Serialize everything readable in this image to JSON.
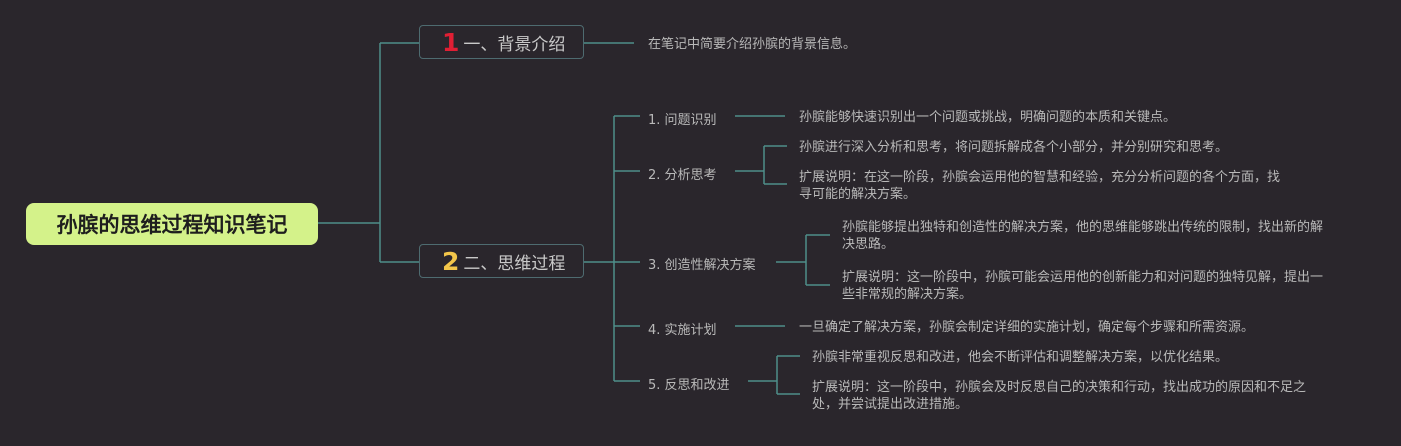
{
  "root": {
    "title": "孙膑的思维过程知识笔记"
  },
  "branches": [
    {
      "number": "1",
      "label": "一、背景介绍",
      "color": "#e01f34"
    },
    {
      "number": "2",
      "label": "二、思维过程",
      "color": "#f3c64a"
    }
  ],
  "background_note": "在笔记中简要介绍孙膑的背景信息。",
  "steps": [
    {
      "title": "1. 问题识别",
      "notes": [
        "孙膑能够快速识别出一个问题或挑战，明确问题的本质和关键点。"
      ]
    },
    {
      "title": "2. 分析思考",
      "notes": [
        "孙膑进行深入分析和思考，将问题拆解成各个小部分，并分别研究和思考。",
        "扩展说明：在这一阶段，孙膑会运用他的智慧和经验，充分分析问题的各个方面，找寻可能的解决方案。"
      ]
    },
    {
      "title": "3. 创造性解决方案",
      "notes": [
        "孙膑能够提出独特和创造性的解决方案，他的思维能够跳出传统的限制，找出新的解决思路。",
        "扩展说明：这一阶段中，孙膑可能会运用他的创新能力和对问题的独特见解，提出一些非常规的解决方案。"
      ]
    },
    {
      "title": "4. 实施计划",
      "notes": [
        "一旦确定了解决方案，孙膑会制定详细的实施计划，确定每个步骤和所需资源。"
      ]
    },
    {
      "title": "5. 反思和改进",
      "notes": [
        "孙膑非常重视反思和改进，他会不断评估和调整解决方案，以优化结果。",
        "扩展说明：这一阶段中，孙膑会及时反思自己的决策和行动，找出成功的原因和不足之处，并尝试提出改进措施。"
      ]
    }
  ],
  "colors": {
    "background": "#2a262c",
    "root_fill": "#d4f28a",
    "connector": "#4e8e8a",
    "branch_border": "#4e6b70",
    "text": "#b9b9b9"
  }
}
